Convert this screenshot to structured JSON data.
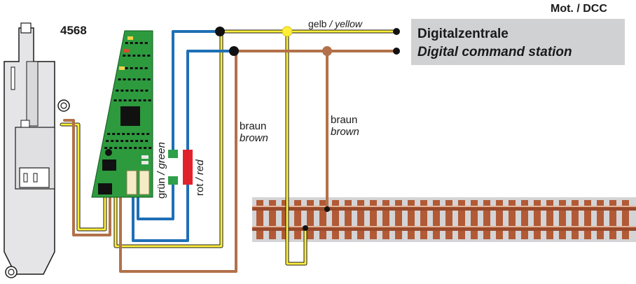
{
  "header": {
    "mot_dcc": "Mot. / DCC",
    "decoder_model": "4568"
  },
  "station": {
    "title_de": "Digitalzentrale",
    "title_en": "Digital command station"
  },
  "wires": {
    "yellow": {
      "de": "gelb",
      "sep": " / ",
      "en": "yellow",
      "color": "#ffef3a"
    },
    "brown_middle": {
      "de": "braun",
      "en": "brown",
      "color": "#b2714a"
    },
    "brown_right": {
      "de": "braun",
      "en": "brown",
      "color": "#b2714a"
    },
    "green": {
      "de": "grün",
      "sep": " / ",
      "en": "green",
      "color": "#2f9f4a"
    },
    "red": {
      "de": "rot",
      "sep": " / ",
      "en": "red",
      "color": "#e2222b"
    },
    "blue": {
      "color": "#1f6fb6"
    }
  },
  "colors": {
    "pcb": "#2d9a3e",
    "pcb_dark": "#1f7a2e",
    "chip": "#111111",
    "station_box": "#d0d1d3",
    "turnout_body": "#e5e5e7",
    "rail": "#9a4a2a",
    "sleeper": "#b25a35",
    "ballast": "#d4d4d6"
  }
}
